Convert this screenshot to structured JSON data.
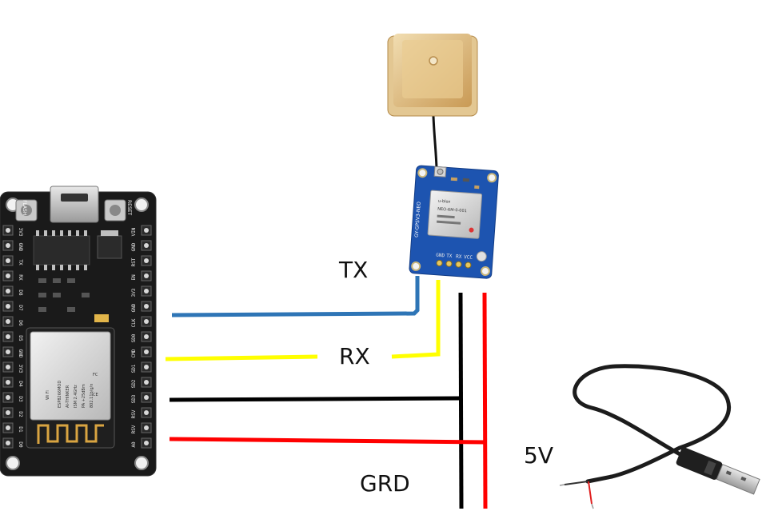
{
  "labels": {
    "tx": "TX",
    "rx": "RX",
    "ground": "GRD",
    "five_volt": "5V"
  },
  "nodemcu": {
    "left_pins": [
      "3V3",
      "GND",
      "TX",
      "RX",
      "D8",
      "D7",
      "D6",
      "D5",
      "GND",
      "3V3",
      "D4",
      "D3",
      "D2",
      "D1",
      "D0"
    ],
    "right_pins": [
      "VIN",
      "GND",
      "RST",
      "EN",
      "3V3",
      "GND",
      "CLK",
      "SD0",
      "CMD",
      "SD1",
      "SD2",
      "SD3",
      "RSV",
      "RSV",
      "A0"
    ],
    "buttons": [
      "FLASH",
      "RESET"
    ],
    "module_text": [
      "Wi Fi",
      "ESP8266MOD",
      "AI-THINKER",
      "ISM 2.4GHz",
      "PA +25dBm",
      "802.11b/g/n",
      "FC",
      "CE"
    ]
  },
  "gps_module": {
    "board_text": "GY-GPSV3-NEO",
    "chip_text": [
      "NEO-6M-0-001",
      "u-blox"
    ],
    "pins": [
      "VCC",
      "RX",
      "TX",
      "GND"
    ]
  },
  "colors": {
    "tx_wire": "#2e75b6",
    "rx_wire": "#ffff00",
    "ground_wire": "#000000",
    "power_wire": "#ff0000",
    "gps_board": "#1d54b0",
    "antenna_ceramic": "#d4ad6c",
    "nodemcu_board": "#1a1a1a"
  }
}
